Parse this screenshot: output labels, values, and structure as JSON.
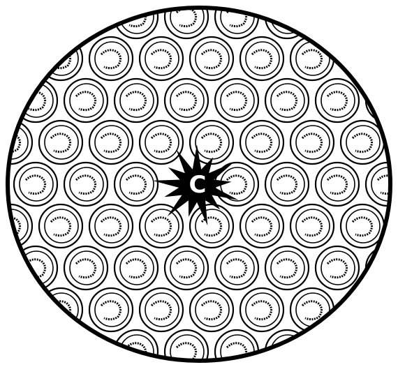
{
  "figure": {
    "center_label": "C",
    "colors": {
      "background": "#ffffff",
      "outline": "#000000",
      "star_fill": "#000000",
      "label": "#ffffff"
    },
    "elements": {
      "boundary": "large-oval-outline",
      "pattern": "hexagonal-grid-of-ringed-bubbles-with-swirl-marks",
      "center_mark": "black-spiky-star"
    }
  }
}
